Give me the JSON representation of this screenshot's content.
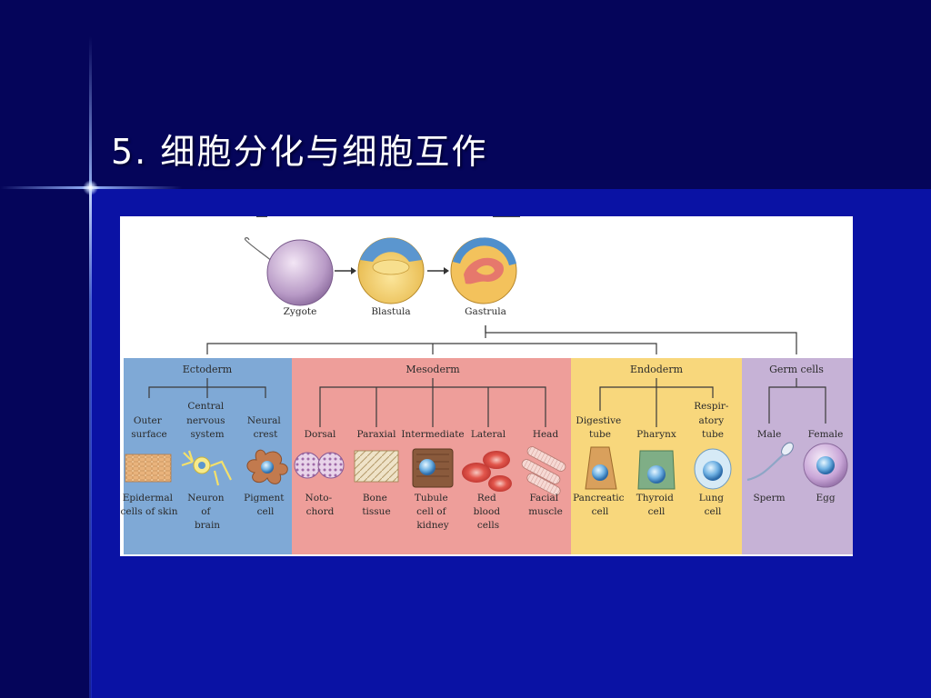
{
  "slide": {
    "title": "5. 细胞分化与细胞互作"
  },
  "diagram": {
    "stages": [
      "Zygote",
      "Blastula",
      "Gastrula"
    ],
    "layers": {
      "ectoderm": {
        "name": "Ectoderm",
        "color": "#7fa9d6",
        "branches": [
          {
            "name": "Outer surface",
            "lines": [
              "Outer",
              "surface"
            ],
            "cell": [
              "Epidermal",
              "cells of skin"
            ]
          },
          {
            "name": "Central nervous system",
            "lines": [
              "Central",
              "nervous",
              "system"
            ],
            "cell": [
              "Neuron",
              "of",
              "brain"
            ]
          },
          {
            "name": "Neural crest",
            "lines": [
              "Neural",
              "crest"
            ],
            "cell": [
              "Pigment",
              "cell"
            ]
          }
        ]
      },
      "mesoderm": {
        "name": "Mesoderm",
        "color": "#ee9e9a",
        "branches": [
          {
            "name": "Dorsal",
            "lines": [
              "Dorsal"
            ],
            "cell": [
              "Noto-",
              "chord"
            ]
          },
          {
            "name": "Paraxial",
            "lines": [
              "Paraxial"
            ],
            "cell": [
              "Bone",
              "tissue"
            ]
          },
          {
            "name": "Intermediate",
            "lines": [
              "Intermediate"
            ],
            "cell": [
              "Tubule",
              "cell of",
              "kidney"
            ]
          },
          {
            "name": "Lateral",
            "lines": [
              "Lateral"
            ],
            "cell": [
              "Red",
              "blood",
              "cells"
            ]
          },
          {
            "name": "Head",
            "lines": [
              "Head"
            ],
            "cell": [
              "Facial",
              "muscle"
            ]
          }
        ]
      },
      "endoderm": {
        "name": "Endoderm",
        "color": "#f8d77c",
        "branches": [
          {
            "name": "Digestive tube",
            "lines": [
              "Digestive",
              "tube"
            ],
            "cell": [
              "Pancreatic",
              "cell"
            ]
          },
          {
            "name": "Pharynx",
            "lines": [
              "Pharynx"
            ],
            "cell": [
              "Thyroid",
              "cell"
            ]
          },
          {
            "name": "Respiratory tube",
            "lines": [
              "Respir-",
              "atory",
              "tube"
            ],
            "cell": [
              "Lung",
              "cell"
            ]
          }
        ]
      },
      "germ": {
        "name": "Germ cells",
        "color": "#c6b2d6",
        "branches": [
          {
            "name": "Male",
            "lines": [
              "Male"
            ],
            "cell": [
              "Sperm"
            ]
          },
          {
            "name": "Female",
            "lines": [
              "Female"
            ],
            "cell": [
              "Egg"
            ]
          }
        ]
      }
    }
  }
}
